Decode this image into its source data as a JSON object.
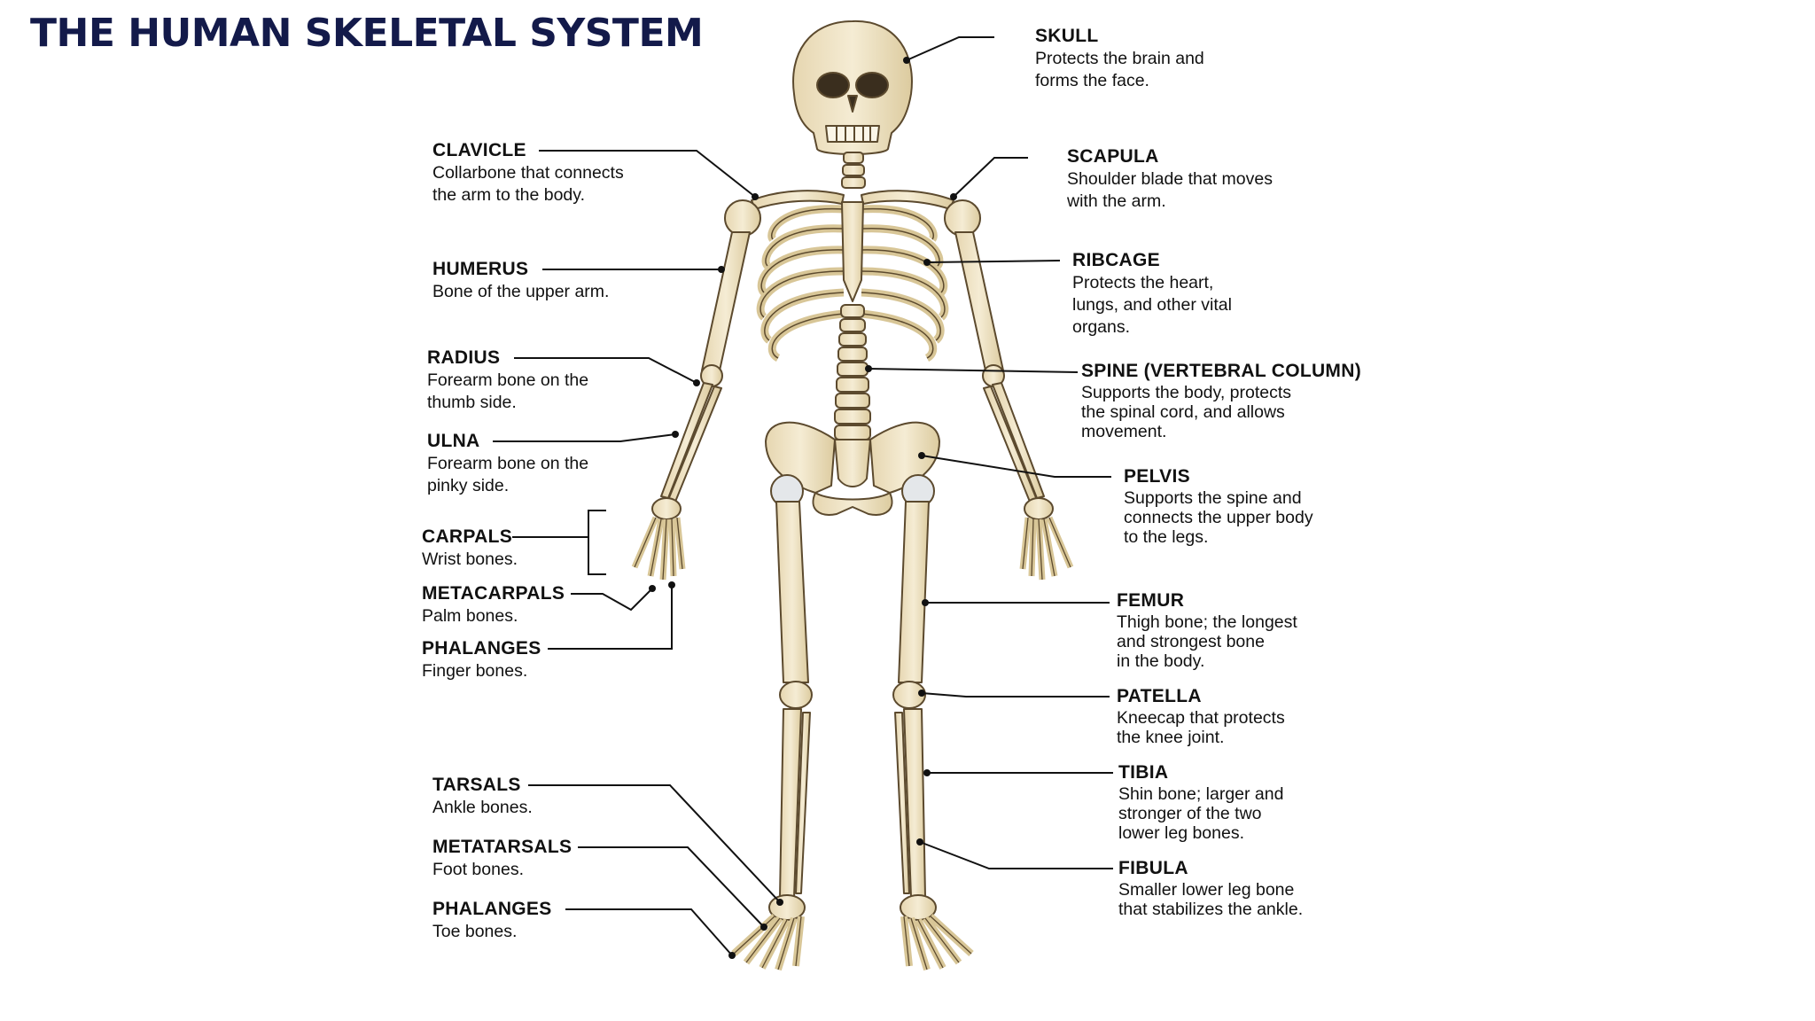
{
  "title": "THE HUMAN SKELETAL SYSTEM",
  "colors": {
    "title": "#131a4a",
    "bone_fill": "#efe3c4",
    "bone_stroke": "#5c4a2e",
    "cartilage": "#e4e7ea",
    "leader_line": "#111111"
  },
  "labels": {
    "skull": {
      "name": "SKULL",
      "desc": "Protects the brain and\nforms the face."
    },
    "scapula": {
      "name": "SCAPULA",
      "desc": "Shoulder blade that moves\nwith the arm."
    },
    "ribcage": {
      "name": "RIBCAGE",
      "desc": "Protects the heart,\nlungs, and other vital\norgans."
    },
    "spine": {
      "name": "SPINE (VERTEBRAL COLUMN)",
      "desc": "Supports the body, protects\nthe spinal cord, and allows\nmovement."
    },
    "pelvis": {
      "name": "PELVIS",
      "desc": "Supports the spine and\nconnects the upper body\nto the legs."
    },
    "femur": {
      "name": "FEMUR",
      "desc": "Thigh bone; the longest\nand strongest bone\nin the body."
    },
    "patella": {
      "name": "PATELLA",
      "desc": "Kneecap that protects\nthe knee joint."
    },
    "tibia": {
      "name": "TIBIA",
      "desc": "Shin bone; larger and\nstronger of the two\nlower leg bones."
    },
    "fibula": {
      "name": "FIBULA",
      "desc": "Smaller lower leg bone\nthat stabilizes the ankle."
    },
    "clavicle": {
      "name": "CLAVICLE",
      "desc": "Collarbone that connects\nthe arm to the body."
    },
    "humerus": {
      "name": "HUMERUS",
      "desc": "Bone of the upper arm."
    },
    "radius": {
      "name": "RADIUS",
      "desc": "Forearm bone on the\nthumb side."
    },
    "ulna": {
      "name": "ULNA",
      "desc": "Forearm bone on the\npinky side."
    },
    "carpals": {
      "name": "CARPALS",
      "desc": "Wrist bones."
    },
    "metacarpals": {
      "name": "METACARPALS",
      "desc": "Palm bones."
    },
    "hand_phalanges": {
      "name": "PHALANGES",
      "desc": "Finger bones."
    },
    "tarsals": {
      "name": "TARSALS",
      "desc": "Ankle bones."
    },
    "metatarsals": {
      "name": "METATARSALS",
      "desc": "Foot bones."
    },
    "foot_phalanges": {
      "name": "PHALANGES",
      "desc": "Toe bones."
    }
  }
}
